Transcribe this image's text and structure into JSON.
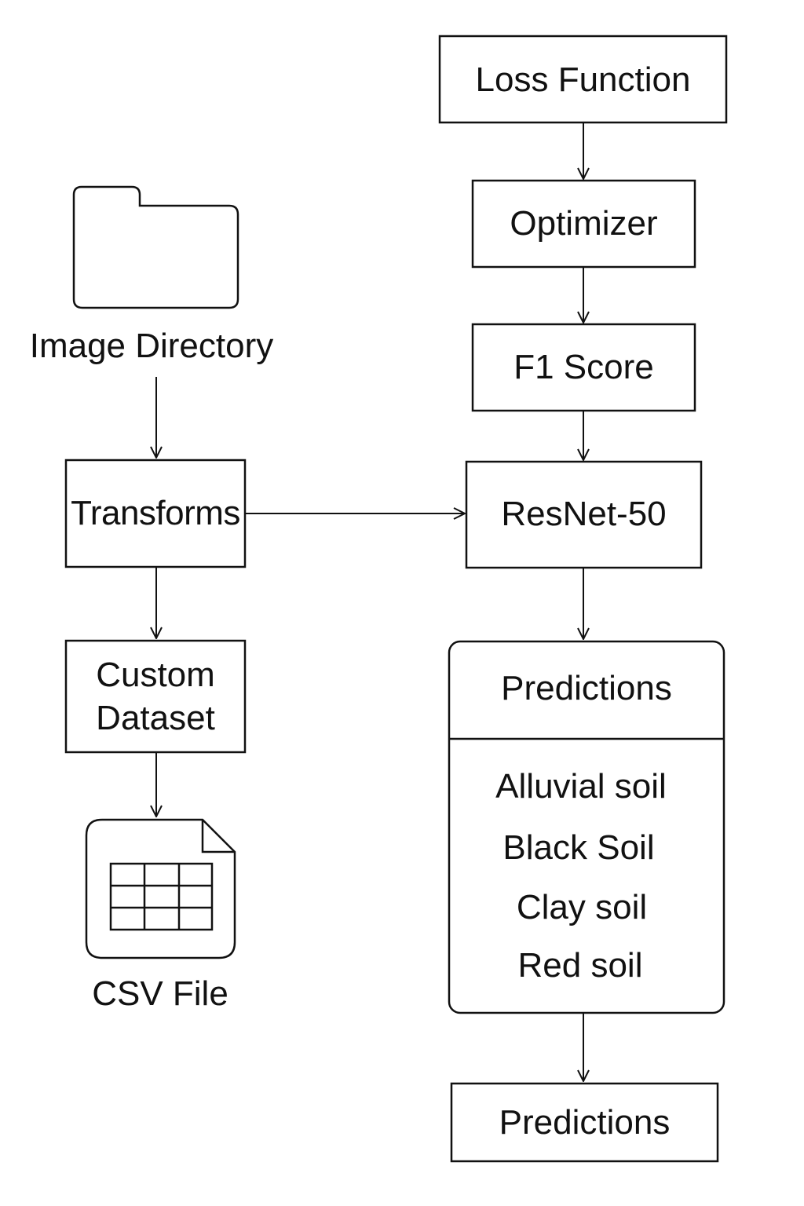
{
  "left": {
    "image_directory_label": "Image Directory",
    "transforms_label": "Transforms",
    "custom_dataset_line1": "Custom",
    "custom_dataset_line2": "Dataset",
    "csv_file_label": "CSV File",
    "folder_icon": "folder-icon",
    "csv_icon": "csv-file-icon"
  },
  "right": {
    "loss_function_label": "Loss Function",
    "optimizer_label": "Optimizer",
    "f1_score_label": "F1 Score",
    "resnet_label": "ResNet-50",
    "predictions_header": "Predictions",
    "classes": [
      "Alluvial soil",
      "Black Soil",
      "Clay soil",
      "Red soil"
    ],
    "final_predictions_label": "Predictions"
  },
  "colors": {
    "stroke": "#111111",
    "background": "#ffffff"
  }
}
